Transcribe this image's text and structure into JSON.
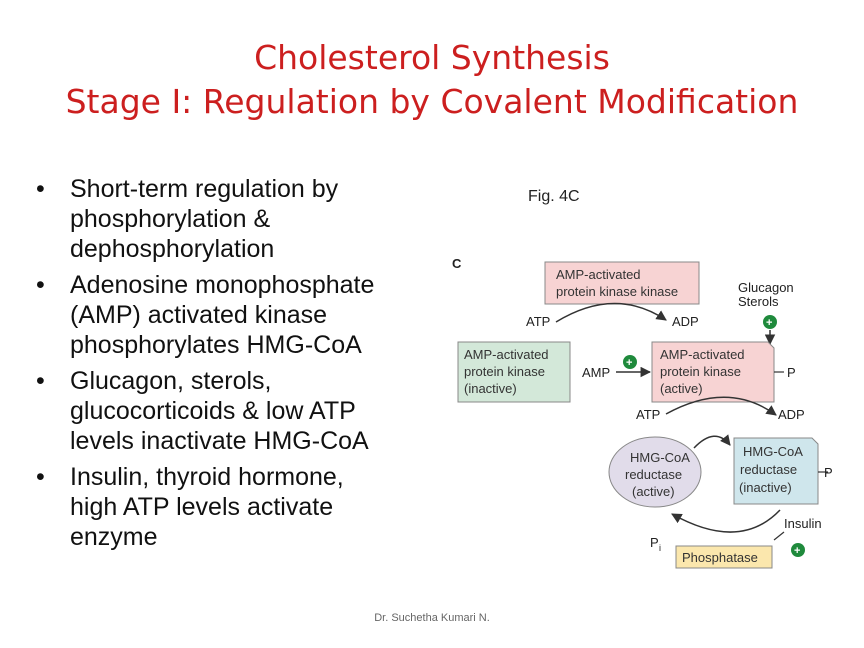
{
  "slide": {
    "title_line1": "Cholesterol Synthesis",
    "title_line2": "Stage I: Regulation by Covalent Modification",
    "bullet_char": "•",
    "bullets": [
      {
        "lines": [
          "Short-term regulation by",
          "phosphorylation &",
          "dephosphorylation"
        ]
      },
      {
        "lines": [
          "Adenosine monophosphate",
          "(AMP) activated kinase",
          "phosphorylates HMG-CoA"
        ]
      },
      {
        "lines": [
          "Glucagon, sterols,",
          "glucocorticoids & low ATP",
          "levels inactivate HMG-CoA"
        ]
      },
      {
        "lines": [
          "Insulin, thyroid hormone,",
          "high ATP levels activate",
          "enzyme"
        ]
      }
    ],
    "fig_caption": "Fig. 4C",
    "footer": "Dr. Suchetha Kumari N."
  },
  "diagram": {
    "panel_letter": "C",
    "kinase_kinase": [
      "AMP-activated",
      "protein kinase kinase"
    ],
    "kinase_inactive": [
      "AMP-activated",
      "protein kinase",
      "(inactive)"
    ],
    "kinase_active": [
      "AMP-activated",
      "protein kinase",
      "(active)"
    ],
    "reductase_active": [
      "HMG-CoA",
      "reductase",
      "(active)"
    ],
    "reductase_inactive": [
      "HMG-CoA",
      "reductase",
      "(inactive)"
    ],
    "phosphatase": "Phosphatase",
    "atp": "ATP",
    "adp": "ADP",
    "amp": "AMP",
    "p": "P",
    "pi": "P",
    "pi_sub": "i",
    "glucagon": "Glucagon",
    "sterols": "Sterols",
    "insulin": "Insulin",
    "plus": "+",
    "colors": {
      "pink": "#f7d3d3",
      "green_box": "#d3e8d9",
      "blue_box": "#cfe6ec",
      "lavender": "#e1dcea",
      "yellow": "#fbe7ad",
      "plus_green": "#1f8a3c"
    }
  }
}
